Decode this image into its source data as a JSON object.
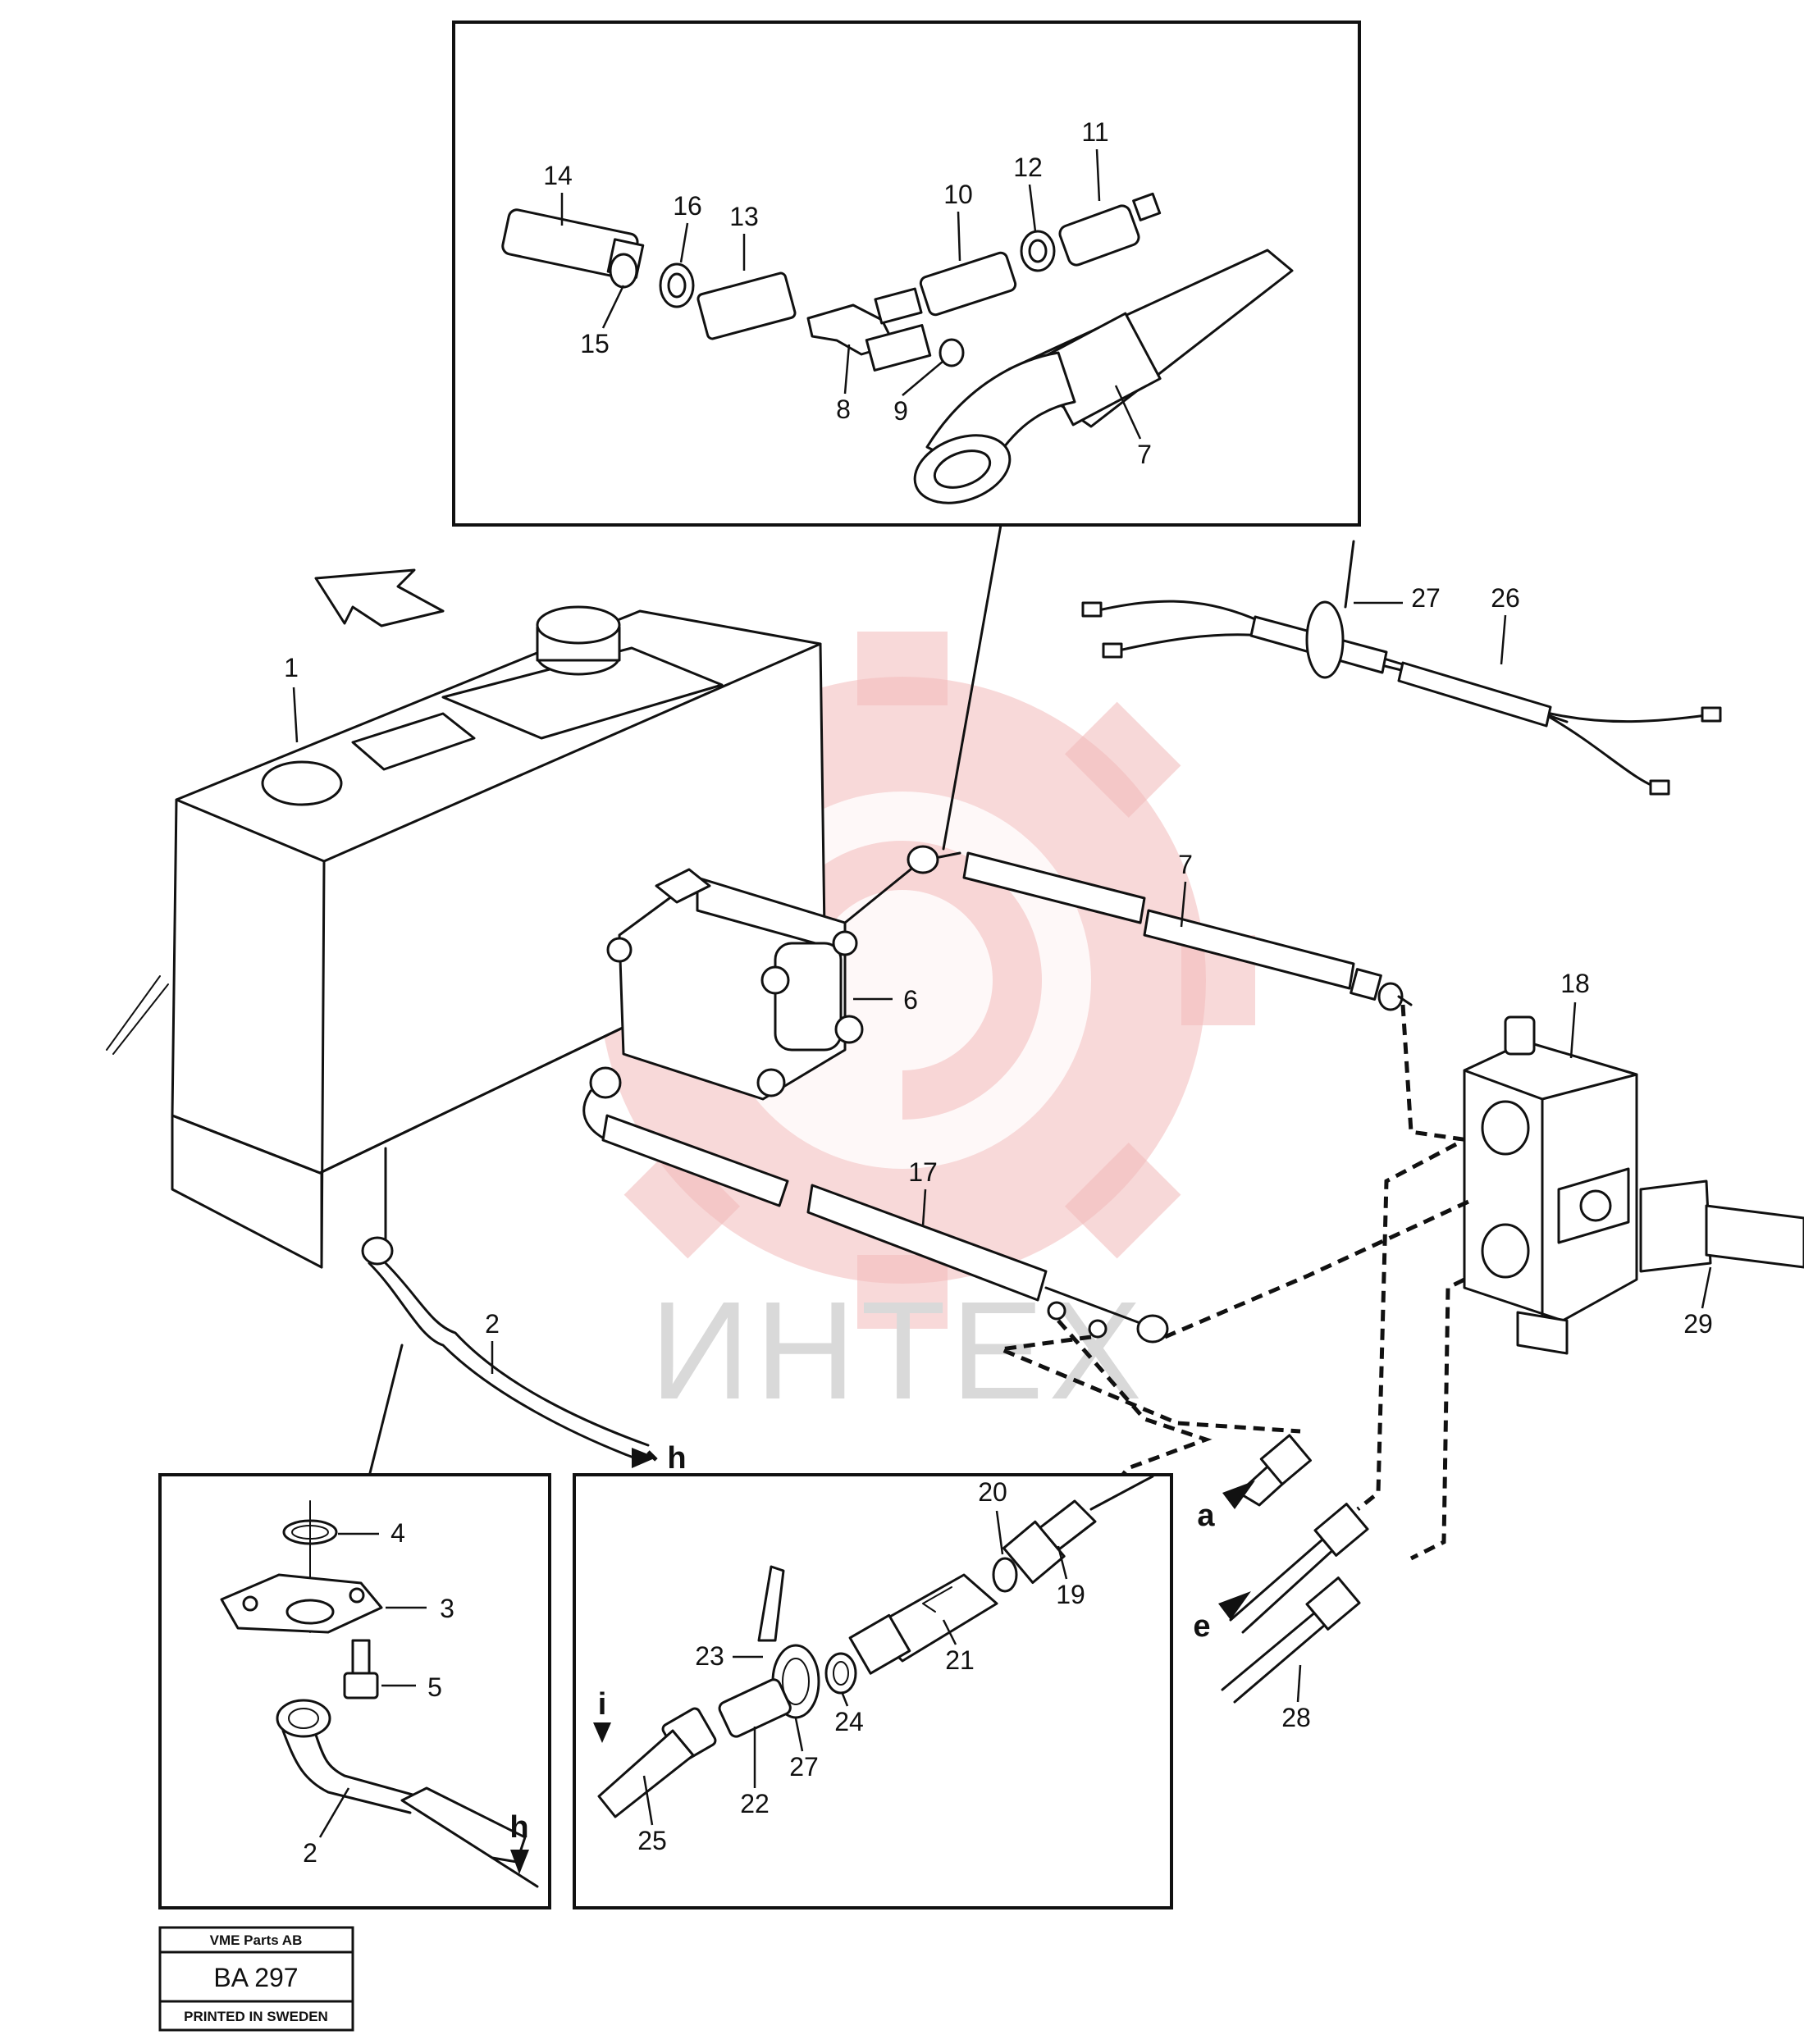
{
  "watermark": {
    "text": "ИНТЕХ"
  },
  "stamp": {
    "company": "VME Parts AB",
    "code": "BA 297",
    "printed": "PRINTED IN SWEDEN"
  },
  "connection_letters": [
    "h",
    "h",
    "a",
    "e",
    "i"
  ],
  "callouts": {
    "top_inset": [
      "14",
      "16",
      "13",
      "15",
      "8",
      "9",
      "10",
      "12",
      "11",
      "7"
    ],
    "main": [
      "1",
      "6",
      "7",
      "17",
      "2",
      "18",
      "29",
      "27",
      "26",
      "28"
    ],
    "left_inset": [
      "4",
      "3",
      "5",
      "2"
    ],
    "bottom_inset": [
      "20",
      "19",
      "21",
      "23",
      "24",
      "27",
      "22",
      "25"
    ]
  },
  "colors": {
    "line": "#111111",
    "watermark_gear": "#f2b9b9",
    "watermark_text": "#d9d9d9"
  }
}
